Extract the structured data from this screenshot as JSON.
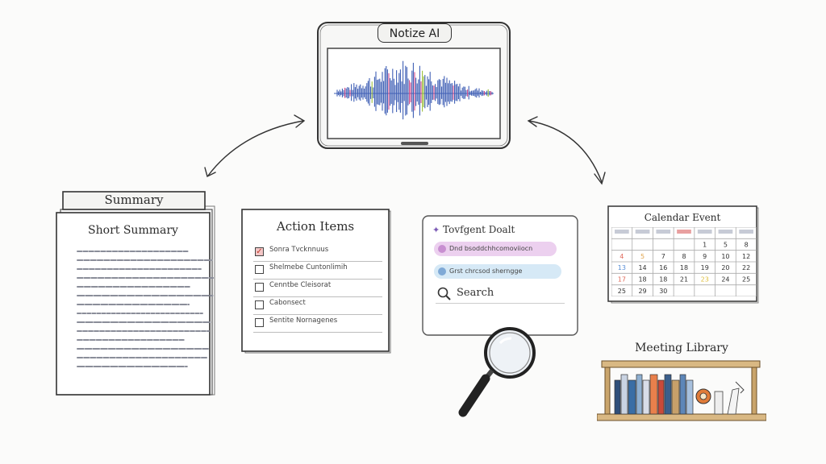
{
  "app": {
    "title": "Notize AI"
  },
  "summary": {
    "header": "Summary",
    "subtitle": "Short Summary"
  },
  "action_items": {
    "title": "Action Items",
    "items": [
      {
        "label": "Sonra Tvcknnuus",
        "checked": true
      },
      {
        "label": "Shelmebe Cuntonlimih",
        "checked": false
      },
      {
        "label": "Cenntbe Cleisorat",
        "checked": false
      },
      {
        "label": "Cabonsect",
        "checked": false
      },
      {
        "label": "Sentite Nornagenes",
        "checked": false
      }
    ]
  },
  "search_panel": {
    "title": "Tovfgent Doalt",
    "chip_pink": "Dnd bsoddchhcomoviiocn",
    "chip_blue": "Grst chrcsod sherngge",
    "search_label": "Search"
  },
  "calendar": {
    "title": "Calendar Event",
    "weeks": [
      [
        "",
        "",
        "",
        "",
        "1",
        "5",
        "8"
      ],
      [
        "4",
        "5",
        "7",
        "8",
        "9",
        "10",
        "12"
      ],
      [
        "13",
        "14",
        "16",
        "18",
        "19",
        "20",
        "22"
      ],
      [
        "17",
        "18",
        "18",
        "21",
        "23",
        "24",
        "25"
      ],
      [
        "25",
        "29",
        "30",
        "",
        "",
        "",
        ""
      ]
    ]
  },
  "library": {
    "title": "Meeting Library"
  },
  "colors": {
    "wave_blue": "#3f5fb5",
    "wave_pink": "#d14a8b",
    "wave_green": "#9bbf3a",
    "check_red": "#c0392b",
    "chip_pink_bg": "#ecd0ef",
    "chip_blue_bg": "#d6e9f6"
  }
}
